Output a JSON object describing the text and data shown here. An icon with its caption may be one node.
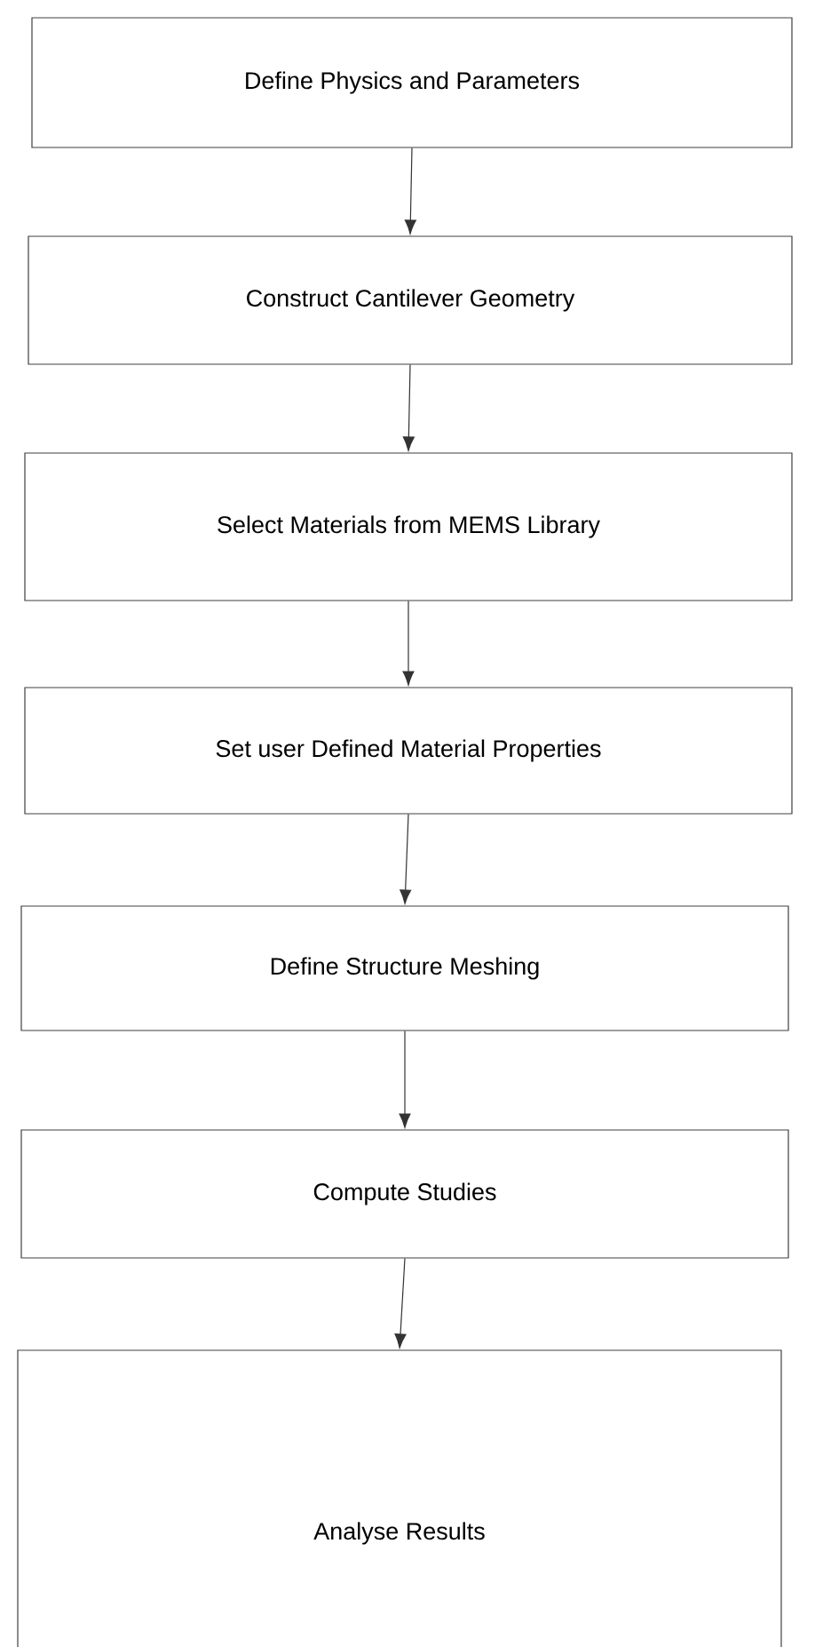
{
  "diagram": {
    "nodes": [
      {
        "text": [
          "Define Physics and Parameters"
        ]
      },
      {
        "text": [
          "Construct Cantilever Geometry"
        ]
      },
      {
        "text": [
          "Select Materials from MEMS Library"
        ]
      },
      {
        "text": [
          "Set user Defined Material Properties"
        ]
      },
      {
        "text": [
          "Define Structure Meshing"
        ]
      },
      {
        "text": [
          "Compute Studies"
        ]
      },
      {
        "text": [
          "Analyse Results"
        ]
      }
    ],
    "edges": [
      {
        "from": 0,
        "to": 1,
        "arrow": "to"
      },
      {
        "from": 1,
        "to": 2,
        "arrow": "to"
      },
      {
        "from": 2,
        "to": 3,
        "arrow": "to"
      },
      {
        "from": 3,
        "to": 4,
        "arrow": "to"
      },
      {
        "from": 4,
        "to": 5,
        "arrow": "to"
      },
      {
        "from": 5,
        "to": 6,
        "arrow": "to"
      }
    ]
  }
}
